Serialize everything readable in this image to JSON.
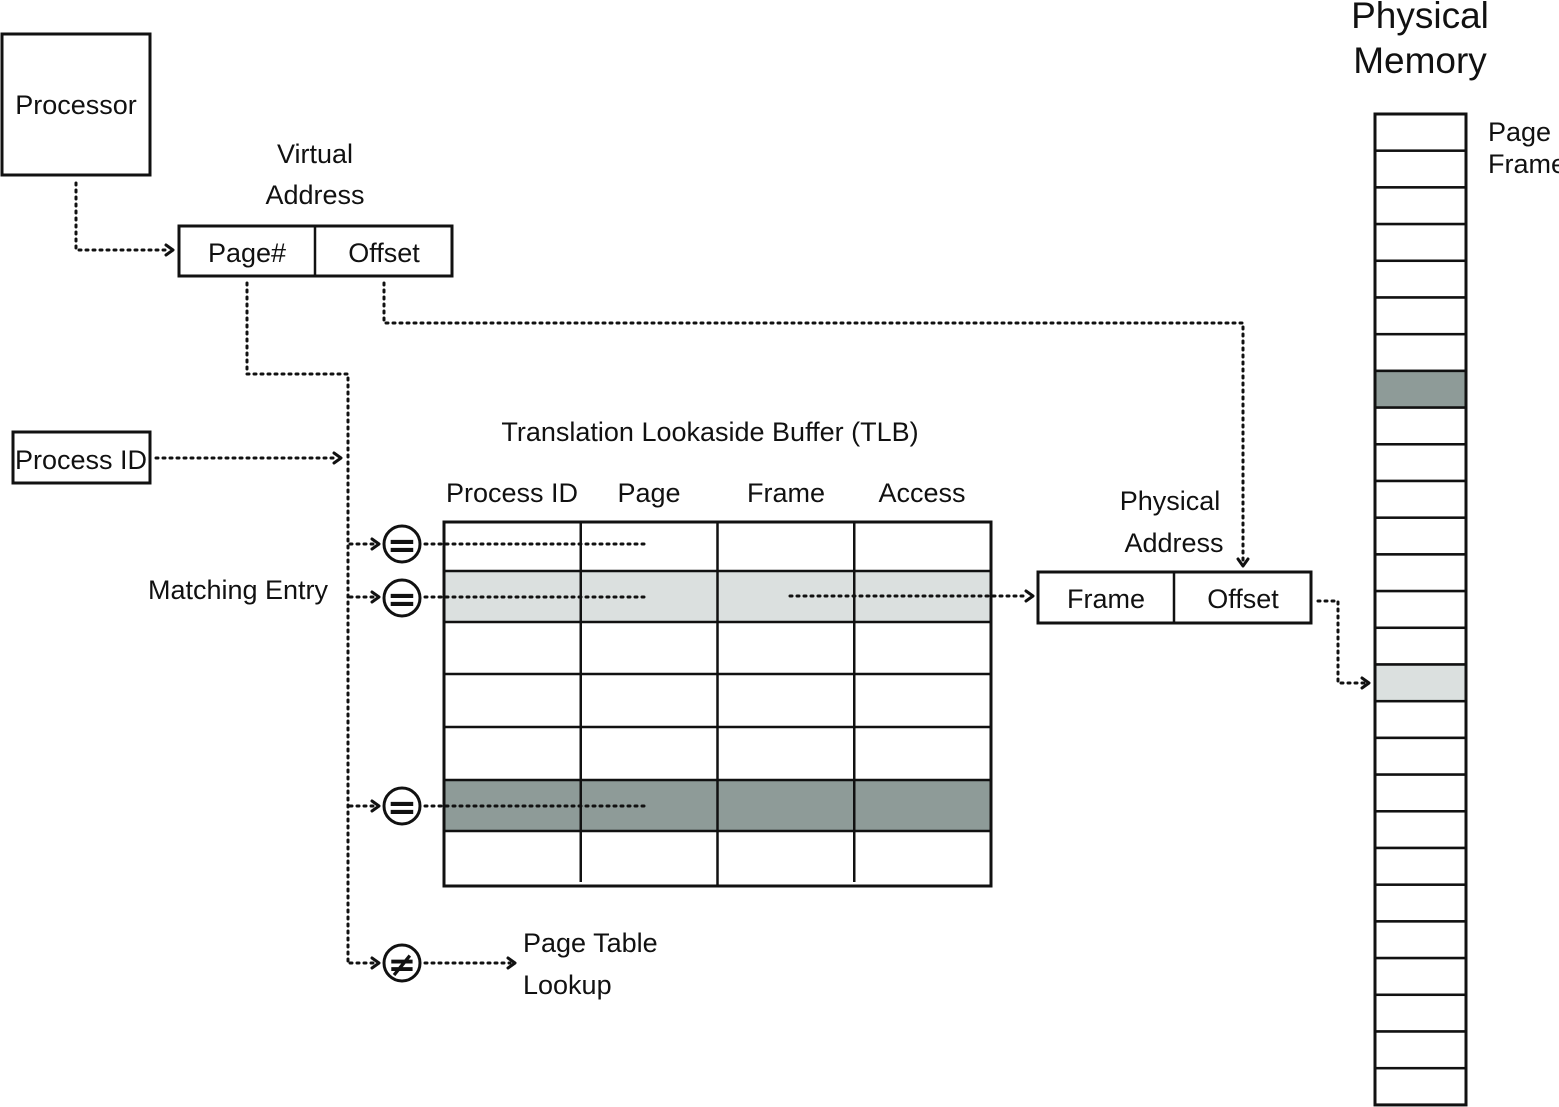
{
  "processor": {
    "label": "Processor"
  },
  "virtual_address": {
    "title_line1": "Virtual",
    "title_line2": "Address",
    "page_label": "Page#",
    "offset_label": "Offset"
  },
  "process_id": {
    "label": "Process ID"
  },
  "tlb": {
    "title": "Translation Lookaside Buffer (TLB)",
    "columns": [
      "Process ID",
      "Page",
      "Frame",
      "Access"
    ],
    "row_count": 7,
    "matched_row": 2,
    "dark_row": 6
  },
  "matching_entry": {
    "label": "Matching Entry"
  },
  "comparators": {
    "equal_symbol": "=",
    "not_equal_symbol": "≠"
  },
  "page_table_lookup": {
    "line1": "Page Table",
    "line2": "Lookup"
  },
  "physical_address": {
    "title_line1": "Physical",
    "title_line2": "Address",
    "frame_label": "Frame",
    "offset_label": "Offset"
  },
  "physical_memory": {
    "title_line1": "Physical",
    "title_line2": "Memory",
    "frame_label_line1": "Page",
    "frame_label_line2": "Frame",
    "frame_count": 27,
    "dark_frame": 8,
    "light_frame": 16
  },
  "colors": {
    "highlight_light": "#dbe0df",
    "highlight_dark": "#8e9b98",
    "stroke": "#111111"
  }
}
